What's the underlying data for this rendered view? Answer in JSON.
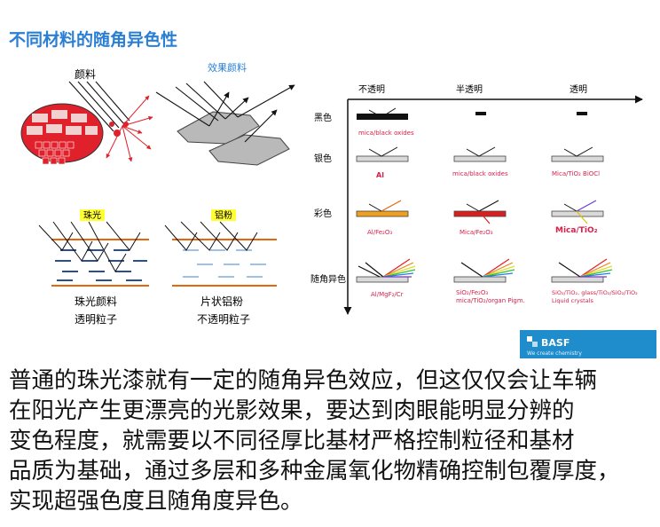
{
  "title": "不同材料的随角异色性",
  "left_panel": {
    "pigment_label": "颜料",
    "effect_pigment_label": "效果颜料",
    "pearl_tag": "珠光",
    "aluminum_tag": "铝粉",
    "pearl_name": "珠光颜料",
    "pearl_desc": "透明粒子",
    "aluminum_name": "片状铝粉",
    "aluminum_desc": "不透明粒子"
  },
  "right_panel": {
    "columns": [
      "不透明",
      "半透明",
      "透明"
    ],
    "rows": [
      "黑色",
      "银色",
      "彩色",
      "随角异色"
    ],
    "cells": {
      "black_opaque": "mica/black oxides",
      "silver_opaque": "Al",
      "silver_semi": "mica/black oxides",
      "silver_trans": "Mica/TiO₂ BiOCl",
      "color_opaque": "Al/Fe₂O₃",
      "color_semi": "Mica/Fe₂O₃",
      "color_trans": "Mica/TiO₂",
      "flop_opaque": "Al/MgF₂/Cr",
      "flop_semi_1": "SiO₂/Fe₂O₃",
      "flop_semi_2": "mica/TiO₂/organ Pigm.",
      "flop_trans_1": "SiO₂/TiO₂, glass/TiO₂/SiO₂/TiO₂",
      "flop_trans_2": "Liquid crystals"
    }
  },
  "logo": {
    "brand": "BASF",
    "tagline": "We create chemistry"
  },
  "caption": [
    "普通的珠光漆就有一定的随角异色效应，但这仅仅会让车辆",
    "在阳光产生更漂亮的光影效果，要达到肉眼能明显分辨的",
    "变色程度，就需要以不同径厚比基材严格控制粒径和基材",
    "品质为基础，通过多层和多种金属氧化物精确控制包覆厚度，",
    "实现超强色度且随角度异色。"
  ],
  "colors": {
    "title": "#2a7fd4",
    "red_text": "#d8204a",
    "orange": "#e6660e",
    "blue_dash": "#2a4f8f",
    "basf_blue": "#1f8ccc"
  }
}
